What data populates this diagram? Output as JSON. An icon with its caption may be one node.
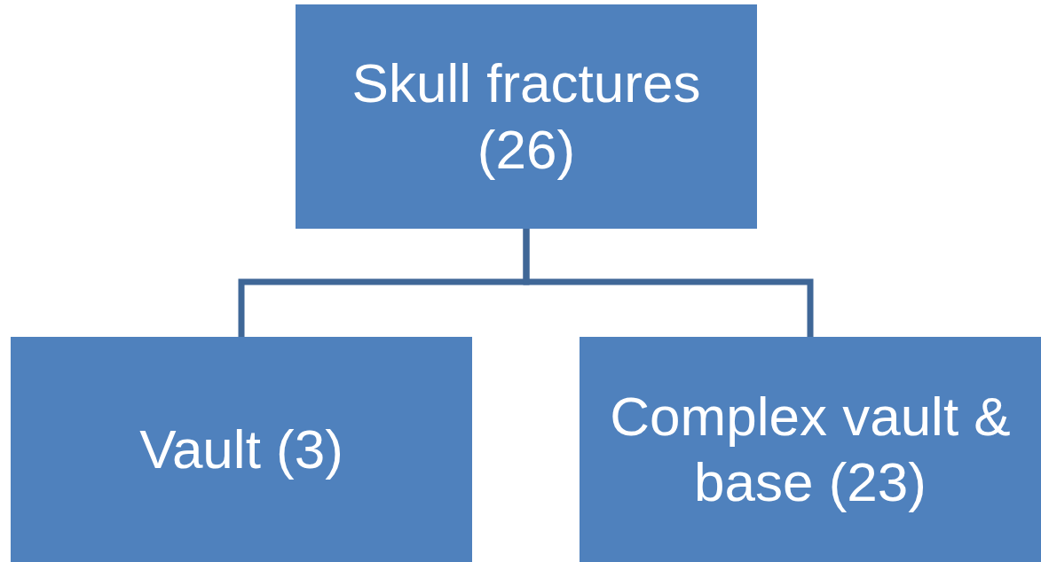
{
  "diagram": {
    "nodes": [
      {
        "text": [
          "Skull fractures (26)"
        ]
      },
      {
        "text": [
          "Vault (3)"
        ]
      },
      {
        "text": [
          "Complex vault & base (23)"
        ]
      }
    ],
    "edges": [
      {
        "from": 0,
        "to": 1,
        "arrow": "none"
      },
      {
        "from": 0,
        "to": 2,
        "arrow": "none"
      }
    ]
  }
}
